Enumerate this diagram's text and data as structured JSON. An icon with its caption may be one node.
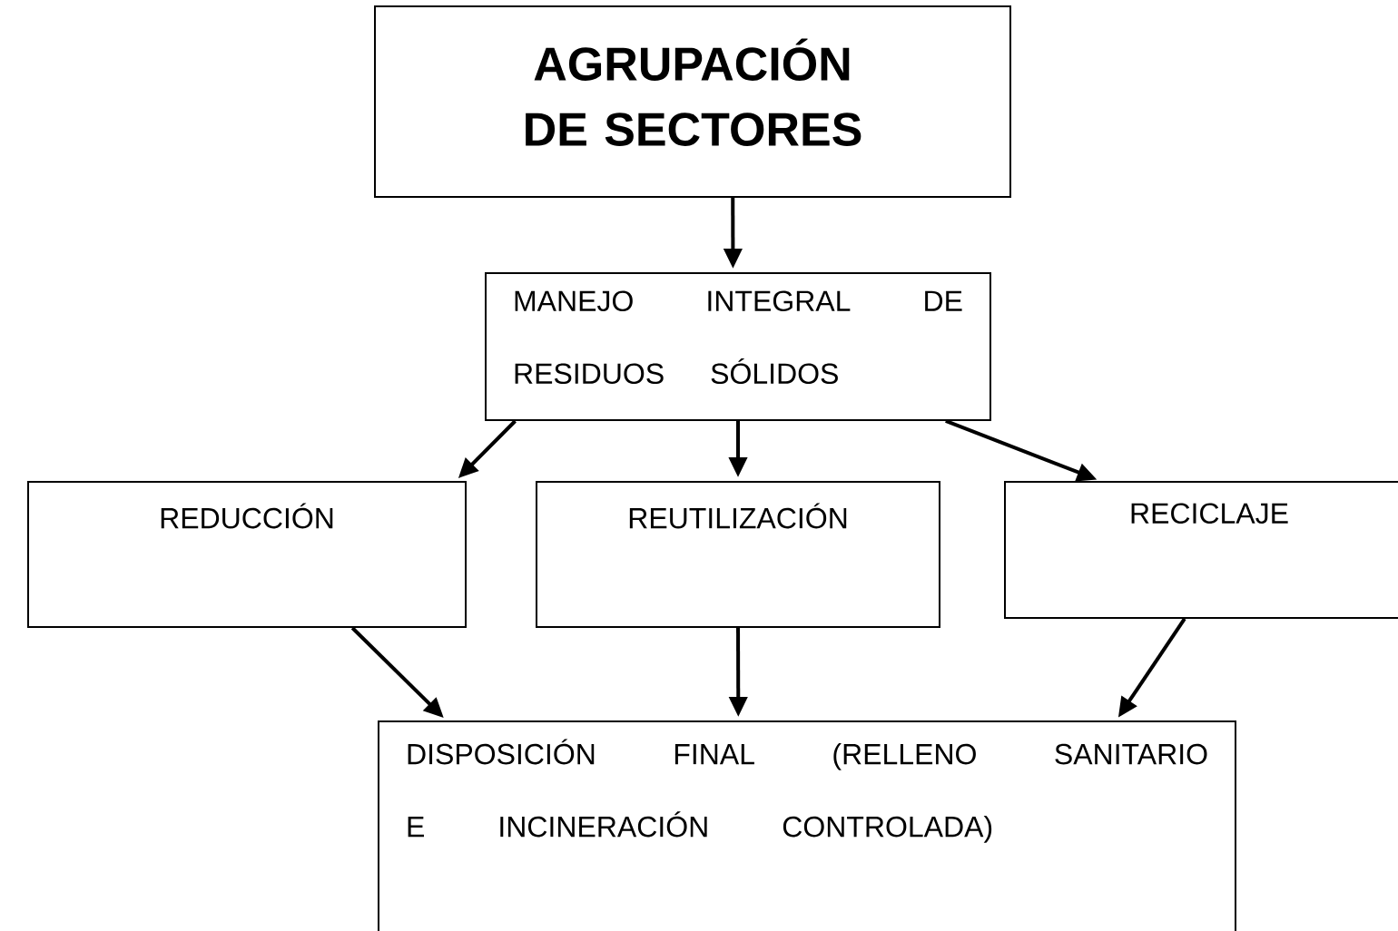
{
  "diagram": {
    "nodes": [
      {
        "text": [
          "AGRUPACIÓN DE SECTORES"
        ]
      },
      {
        "text": [
          "MANEJO INTEGRAL DE RESIDUOS SÓLIDOS"
        ]
      },
      {
        "text": [
          "REDUCCIÓN"
        ]
      },
      {
        "text": [
          "REUTILIZACIÓN"
        ]
      },
      {
        "text": [
          "RECICLAJE"
        ]
      },
      {
        "text": [
          "DISPOSICIÓN FINAL (RELLENO SANITARIO E INCINERACIÓN CONTROLADA)"
        ]
      }
    ],
    "edges": [
      {
        "from": 0,
        "to": 1,
        "arrow": "to"
      },
      {
        "from": 1,
        "to": 2,
        "arrow": "to"
      },
      {
        "from": 1,
        "to": 3,
        "arrow": "to"
      },
      {
        "from": 1,
        "to": 4,
        "arrow": "to"
      },
      {
        "from": 2,
        "to": 5,
        "arrow": "to"
      },
      {
        "from": 3,
        "to": 5,
        "arrow": "to"
      },
      {
        "from": 4,
        "to": 5,
        "arrow": "to"
      }
    ]
  }
}
